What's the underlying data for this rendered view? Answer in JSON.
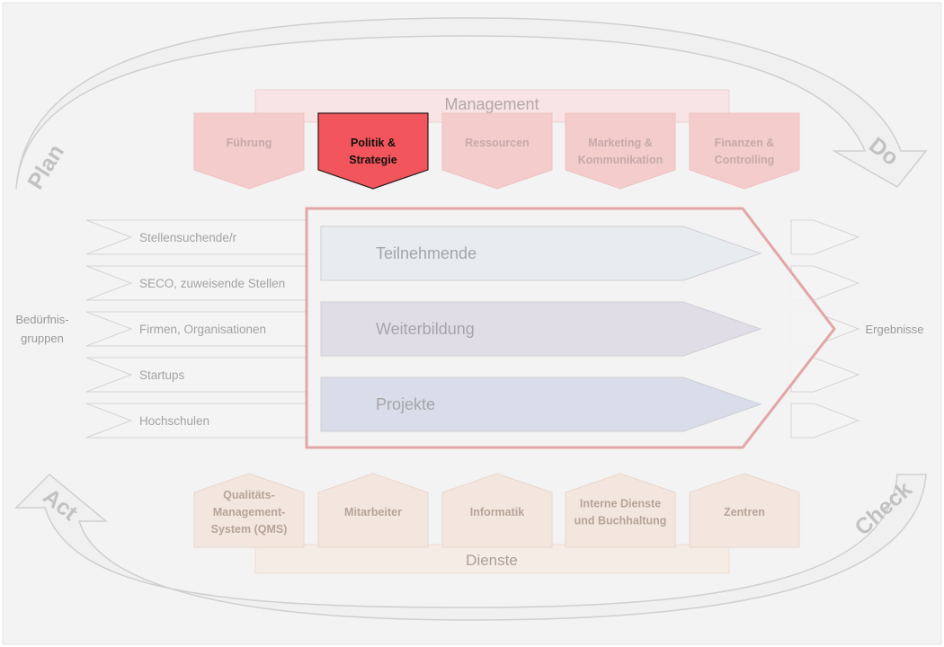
{
  "cycle": {
    "plan": "Plan",
    "do": "Do",
    "check": "Check",
    "act": "Act"
  },
  "management": {
    "title": "Management",
    "items": [
      {
        "line1": "Führung",
        "line2": "",
        "active": false
      },
      {
        "line1": "Politik &",
        "line2": "Strategie",
        "active": true
      },
      {
        "line1": "Ressourcen",
        "line2": "",
        "active": false
      },
      {
        "line1": "Marketing &",
        "line2": "Kommunikation",
        "active": false
      },
      {
        "line1": "Finanzen &",
        "line2": "Controlling",
        "active": false
      }
    ]
  },
  "stakeholders": {
    "label_line1": "Bedürfnis-",
    "label_line2": "gruppen",
    "items": [
      "Stellensuchende/r",
      "SECO, zuweisende Stellen",
      "Firmen, Organisationen",
      "Startups",
      "Hochschulen"
    ]
  },
  "core": {
    "items": [
      "Teilnehmende",
      "Weiterbildung",
      "Projekte"
    ]
  },
  "results_label": "Ergebnisse",
  "services": {
    "title": "Dienste",
    "items": [
      {
        "lines": [
          "Qualitäts-",
          "Management-",
          "System (QMS)"
        ]
      },
      {
        "lines": [
          "Mitarbeiter"
        ]
      },
      {
        "lines": [
          "Informatik"
        ]
      },
      {
        "lines": [
          "Interne Dienste",
          "und Buchhaltung"
        ]
      },
      {
        "lines": [
          "Zentren"
        ]
      }
    ]
  },
  "colors": {
    "background": "#f3f3f3",
    "management_fill": "#f4cccc",
    "management_band": "#f8e4e4",
    "active_fill": "#f2555c",
    "services_fill": "#f3e6df",
    "services_band": "#f6ece6",
    "frame_stroke": "#e3a6a6",
    "core_1": "#e7ecef",
    "core_2": "#e1dde7",
    "core_3": "#d9dce9"
  }
}
